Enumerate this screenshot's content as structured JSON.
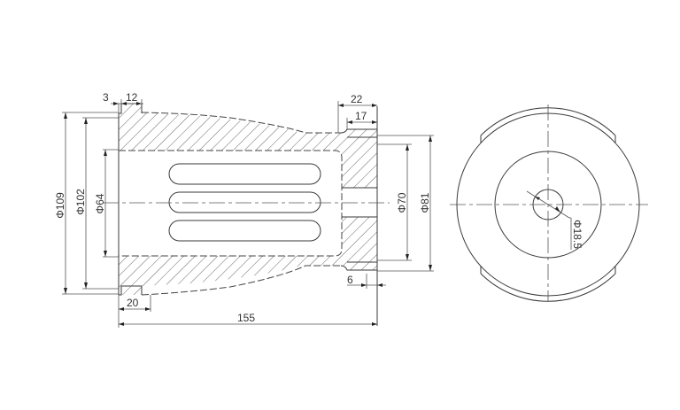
{
  "drawing": {
    "type": "mechanical-drawing",
    "views": [
      "section-view",
      "end-view"
    ],
    "section_view": {
      "dimensions": {
        "d_outer_left": "Φ109",
        "d_outer_left_inner": "Φ102",
        "d_bore": "Φ64",
        "d_right_70": "Φ70",
        "d_right_81": "Φ81",
        "len_total": "155",
        "len_20": "20",
        "len_3": "3",
        "len_12": "12",
        "len_22": "22",
        "len_17": "17",
        "len_6": "6"
      },
      "slots_count": 3
    },
    "end_view": {
      "dimensions": {
        "d_hole": "Φ18.5"
      }
    }
  }
}
